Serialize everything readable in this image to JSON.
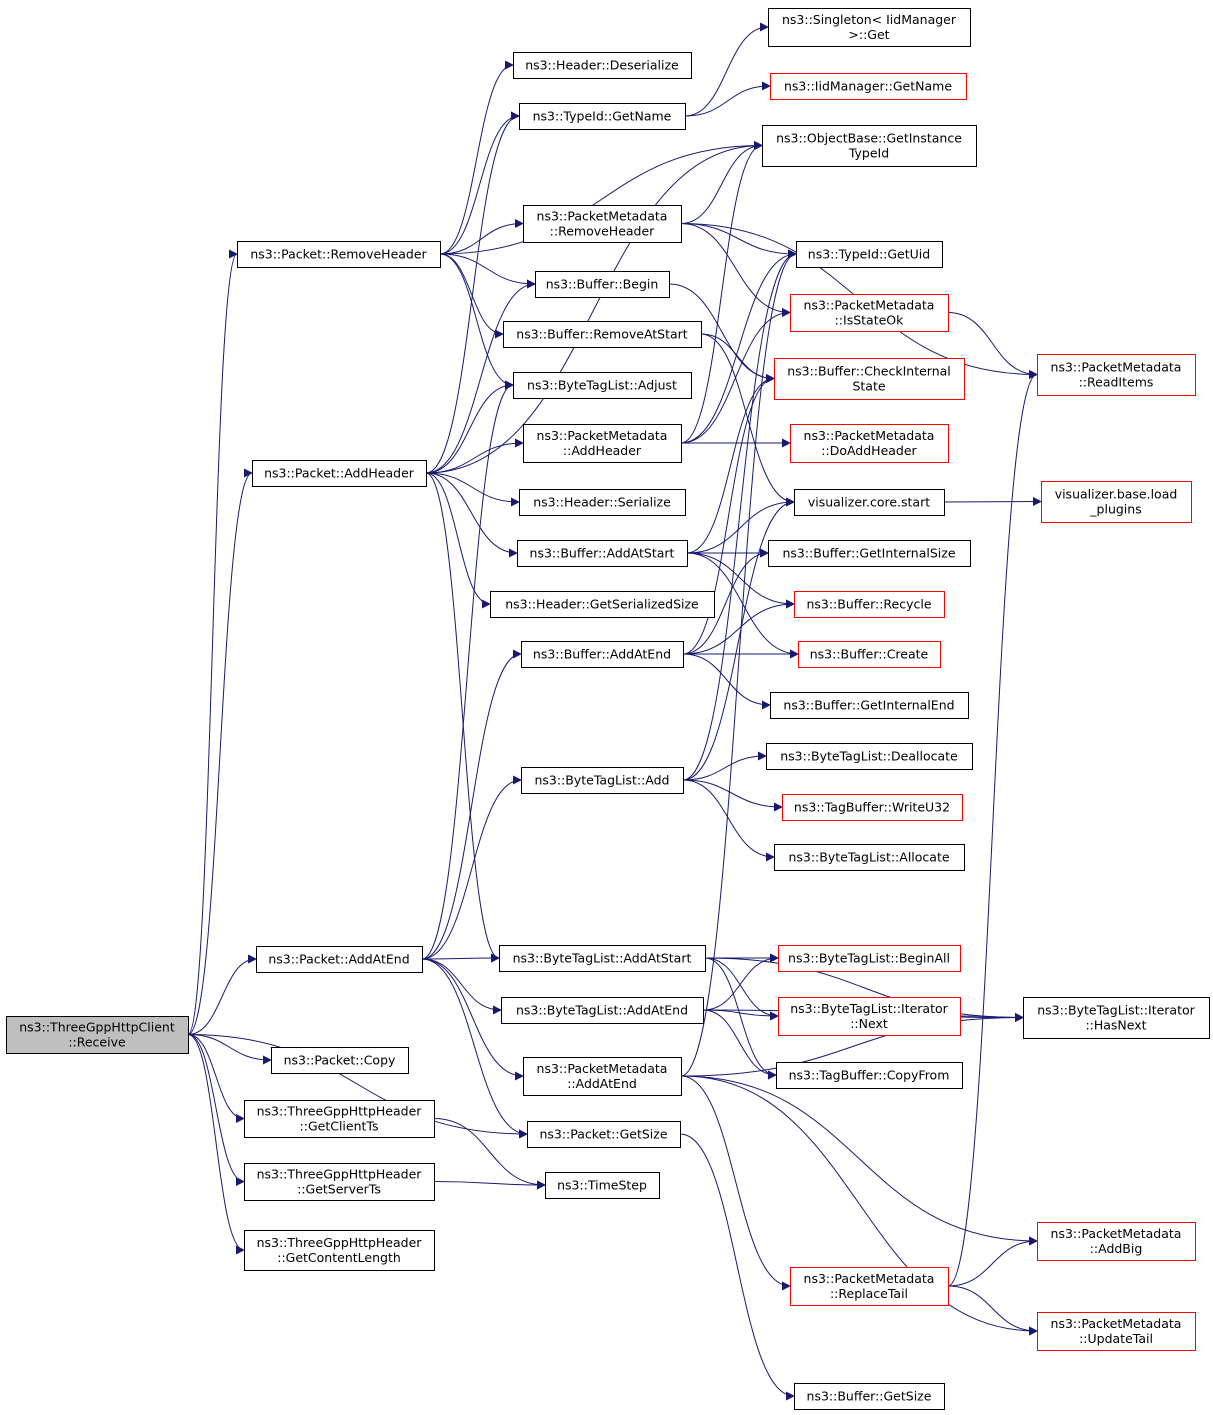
{
  "graph": {
    "arrow_color": "#191970",
    "nodes": [
      {
        "id": "receive",
        "lines": [
          "ns3::ThreeGppHttpClient",
          "::Receive"
        ],
        "border": "root"
      },
      {
        "id": "removeheader",
        "lines": [
          "ns3::Packet::RemoveHeader"
        ],
        "border": "black"
      },
      {
        "id": "addheader",
        "lines": [
          "ns3::Packet::AddHeader"
        ],
        "border": "black"
      },
      {
        "id": "addatend",
        "lines": [
          "ns3::Packet::AddAtEnd"
        ],
        "border": "black"
      },
      {
        "id": "copy",
        "lines": [
          "ns3::Packet::Copy"
        ],
        "border": "black"
      },
      {
        "id": "getclientts",
        "lines": [
          "ns3::ThreeGppHttpHeader",
          "::GetClientTs"
        ],
        "border": "black"
      },
      {
        "id": "getserverts",
        "lines": [
          "ns3::ThreeGppHttpHeader",
          "::GetServerTs"
        ],
        "border": "black"
      },
      {
        "id": "getcontentlength",
        "lines": [
          "ns3::ThreeGppHttpHeader",
          "::GetContentLength"
        ],
        "border": "black"
      },
      {
        "id": "hdr_deserialize",
        "lines": [
          "ns3::Header::Deserialize"
        ],
        "border": "black"
      },
      {
        "id": "typeid_getname",
        "lines": [
          "ns3::TypeId::GetName"
        ],
        "border": "black"
      },
      {
        "id": "pm_removeheader",
        "lines": [
          "ns3::PacketMetadata",
          "::RemoveHeader"
        ],
        "border": "black"
      },
      {
        "id": "buf_begin",
        "lines": [
          "ns3::Buffer::Begin"
        ],
        "border": "black"
      },
      {
        "id": "buf_removeatstart",
        "lines": [
          "ns3::Buffer::RemoveAtStart"
        ],
        "border": "black"
      },
      {
        "id": "btl_adjust",
        "lines": [
          "ns3::ByteTagList::Adjust"
        ],
        "border": "black"
      },
      {
        "id": "pm_addheader",
        "lines": [
          "ns3::PacketMetadata",
          "::AddHeader"
        ],
        "border": "black"
      },
      {
        "id": "hdr_serialize",
        "lines": [
          "ns3::Header::Serialize"
        ],
        "border": "black"
      },
      {
        "id": "buf_addatstart",
        "lines": [
          "ns3::Buffer::AddAtStart"
        ],
        "border": "black"
      },
      {
        "id": "hdr_getserializedsize",
        "lines": [
          "ns3::Header::GetSerializedSize"
        ],
        "border": "black"
      },
      {
        "id": "buf_addatend",
        "lines": [
          "ns3::Buffer::AddAtEnd"
        ],
        "border": "black"
      },
      {
        "id": "btl_add",
        "lines": [
          "ns3::ByteTagList::Add"
        ],
        "border": "black"
      },
      {
        "id": "btl_addatstart",
        "lines": [
          "ns3::ByteTagList::AddAtStart"
        ],
        "border": "black"
      },
      {
        "id": "btl_addatend",
        "lines": [
          "ns3::ByteTagList::AddAtEnd"
        ],
        "border": "black"
      },
      {
        "id": "pm_addatend",
        "lines": [
          "ns3::PacketMetadata",
          "::AddAtEnd"
        ],
        "border": "black"
      },
      {
        "id": "pkt_getsize",
        "lines": [
          "ns3::Packet::GetSize"
        ],
        "border": "black"
      },
      {
        "id": "timestep",
        "lines": [
          "ns3::TimeStep"
        ],
        "border": "black"
      },
      {
        "id": "singleton_get",
        "lines": [
          "ns3::Singleton< IidManager",
          ">::Get"
        ],
        "border": "black"
      },
      {
        "id": "iid_getname",
        "lines": [
          "ns3::IidManager::GetName"
        ],
        "border": "red"
      },
      {
        "id": "ob_getinstancetypeid",
        "lines": [
          "ns3::ObjectBase::GetInstance",
          "TypeId"
        ],
        "border": "black"
      },
      {
        "id": "typeid_getuid",
        "lines": [
          "ns3::TypeId::GetUid"
        ],
        "border": "black"
      },
      {
        "id": "pm_isstateok",
        "lines": [
          "ns3::PacketMetadata",
          "::IsStateOk"
        ],
        "border": "red"
      },
      {
        "id": "buf_checkinternalstate",
        "lines": [
          "ns3::Buffer::CheckInternal",
          "State"
        ],
        "border": "red"
      },
      {
        "id": "pm_doaddheader",
        "lines": [
          "ns3::PacketMetadata",
          "::DoAddHeader"
        ],
        "border": "red"
      },
      {
        "id": "vis_core_start",
        "lines": [
          "visualizer.core.start"
        ],
        "border": "black"
      },
      {
        "id": "buf_getinternalsize",
        "lines": [
          "ns3::Buffer::GetInternalSize"
        ],
        "border": "black"
      },
      {
        "id": "buf_recycle",
        "lines": [
          "ns3::Buffer::Recycle"
        ],
        "border": "red"
      },
      {
        "id": "buf_create",
        "lines": [
          "ns3::Buffer::Create"
        ],
        "border": "red"
      },
      {
        "id": "buf_getinternalend",
        "lines": [
          "ns3::Buffer::GetInternalEnd"
        ],
        "border": "black"
      },
      {
        "id": "btl_deallocate",
        "lines": [
          "ns3::ByteTagList::Deallocate"
        ],
        "border": "black"
      },
      {
        "id": "tagbuf_writeu32",
        "lines": [
          "ns3::TagBuffer::WriteU32"
        ],
        "border": "red"
      },
      {
        "id": "btl_allocate",
        "lines": [
          "ns3::ByteTagList::Allocate"
        ],
        "border": "black"
      },
      {
        "id": "btl_beginall",
        "lines": [
          "ns3::ByteTagList::BeginAll"
        ],
        "border": "red"
      },
      {
        "id": "btl_iter_next",
        "lines": [
          "ns3::ByteTagList::Iterator",
          "::Next"
        ],
        "border": "red"
      },
      {
        "id": "tagbuf_copyfrom",
        "lines": [
          "ns3::TagBuffer::CopyFrom"
        ],
        "border": "black"
      },
      {
        "id": "pm_replacetail",
        "lines": [
          "ns3::PacketMetadata",
          "::ReplaceTail"
        ],
        "border": "red"
      },
      {
        "id": "buf_getsize",
        "lines": [
          "ns3::Buffer::GetSize"
        ],
        "border": "black"
      },
      {
        "id": "pm_readitems",
        "lines": [
          "ns3::PacketMetadata",
          "::ReadItems"
        ],
        "border": "red"
      },
      {
        "id": "vis_base_loadplugins",
        "lines": [
          "visualizer.base.load",
          "_plugins"
        ],
        "border": "red"
      },
      {
        "id": "btl_iter_hasnext",
        "lines": [
          "ns3::ByteTagList::Iterator",
          "::HasNext"
        ],
        "border": "black"
      },
      {
        "id": "pm_addbig",
        "lines": [
          "ns3::PacketMetadata",
          "::AddBig"
        ],
        "border": "red"
      },
      {
        "id": "pm_updatetail",
        "lines": [
          "ns3::PacketMetadata",
          "::UpdateTail"
        ],
        "border": "red"
      }
    ],
    "edges": [
      [
        "receive",
        "removeheader"
      ],
      [
        "receive",
        "addheader"
      ],
      [
        "receive",
        "addatend"
      ],
      [
        "receive",
        "copy"
      ],
      [
        "receive",
        "getclientts"
      ],
      [
        "receive",
        "getserverts"
      ],
      [
        "receive",
        "getcontentlength"
      ],
      [
        "receive",
        "pkt_getsize"
      ],
      [
        "removeheader",
        "hdr_deserialize"
      ],
      [
        "removeheader",
        "typeid_getname"
      ],
      [
        "removeheader",
        "ob_getinstancetypeid"
      ],
      [
        "removeheader",
        "pm_removeheader"
      ],
      [
        "removeheader",
        "buf_begin"
      ],
      [
        "removeheader",
        "buf_removeatstart"
      ],
      [
        "removeheader",
        "btl_adjust"
      ],
      [
        "addheader",
        "typeid_getname"
      ],
      [
        "addheader",
        "ob_getinstancetypeid"
      ],
      [
        "addheader",
        "buf_begin"
      ],
      [
        "addheader",
        "btl_adjust"
      ],
      [
        "addheader",
        "pm_addheader"
      ],
      [
        "addheader",
        "hdr_serialize"
      ],
      [
        "addheader",
        "buf_addatstart"
      ],
      [
        "addheader",
        "hdr_getserializedsize"
      ],
      [
        "addheader",
        "btl_addatstart"
      ],
      [
        "addatend",
        "btl_adjust"
      ],
      [
        "addatend",
        "buf_addatend"
      ],
      [
        "addatend",
        "btl_add"
      ],
      [
        "addatend",
        "btl_addatstart"
      ],
      [
        "addatend",
        "btl_addatend"
      ],
      [
        "addatend",
        "pm_addatend"
      ],
      [
        "addatend",
        "pkt_getsize"
      ],
      [
        "getclientts",
        "timestep"
      ],
      [
        "getserverts",
        "timestep"
      ],
      [
        "typeid_getname",
        "singleton_get"
      ],
      [
        "typeid_getname",
        "iid_getname"
      ],
      [
        "pm_removeheader",
        "ob_getinstancetypeid"
      ],
      [
        "pm_removeheader",
        "typeid_getuid"
      ],
      [
        "pm_removeheader",
        "pm_isstateok"
      ],
      [
        "pm_removeheader",
        "pm_readitems"
      ],
      [
        "buf_begin",
        "buf_checkinternalstate"
      ],
      [
        "buf_removeatstart",
        "buf_checkinternalstate"
      ],
      [
        "buf_removeatstart",
        "vis_core_start"
      ],
      [
        "pm_addheader",
        "ob_getinstancetypeid"
      ],
      [
        "pm_addheader",
        "typeid_getuid"
      ],
      [
        "pm_addheader",
        "pm_isstateok"
      ],
      [
        "pm_addheader",
        "pm_doaddheader"
      ],
      [
        "buf_addatstart",
        "buf_checkinternalstate"
      ],
      [
        "buf_addatstart",
        "vis_core_start"
      ],
      [
        "buf_addatstart",
        "buf_getinternalsize"
      ],
      [
        "buf_addatstart",
        "buf_recycle"
      ],
      [
        "buf_addatstart",
        "buf_create"
      ],
      [
        "buf_addatend",
        "buf_checkinternalstate"
      ],
      [
        "buf_addatend",
        "buf_getinternalsize"
      ],
      [
        "buf_addatend",
        "buf_recycle"
      ],
      [
        "buf_addatend",
        "buf_create"
      ],
      [
        "buf_addatend",
        "buf_getinternalend"
      ],
      [
        "btl_add",
        "typeid_getuid"
      ],
      [
        "btl_add",
        "vis_core_start"
      ],
      [
        "btl_add",
        "btl_deallocate"
      ],
      [
        "btl_add",
        "tagbuf_writeu32"
      ],
      [
        "btl_add",
        "btl_allocate"
      ],
      [
        "btl_addatstart",
        "btl_beginall"
      ],
      [
        "btl_addatstart",
        "btl_iter_next"
      ],
      [
        "btl_addatstart",
        "btl_iter_hasnext"
      ],
      [
        "btl_addatstart",
        "tagbuf_copyfrom"
      ],
      [
        "btl_addatend",
        "btl_beginall"
      ],
      [
        "btl_addatend",
        "btl_iter_next"
      ],
      [
        "btl_addatend",
        "btl_iter_hasnext"
      ],
      [
        "btl_addatend",
        "tagbuf_copyfrom"
      ],
      [
        "pm_addatend",
        "typeid_getuid"
      ],
      [
        "pm_addatend",
        "pm_addbig"
      ],
      [
        "pm_addatend",
        "pm_replacetail"
      ],
      [
        "pm_addatend",
        "pm_updatetail"
      ],
      [
        "pm_addatend",
        "btl_iter_hasnext"
      ],
      [
        "pkt_getsize",
        "buf_getsize"
      ],
      [
        "pm_isstateok",
        "pm_readitems"
      ],
      [
        "vis_core_start",
        "vis_base_loadplugins"
      ],
      [
        "btl_iter_next",
        "btl_iter_hasnext"
      ],
      [
        "pm_replacetail",
        "pm_readitems"
      ],
      [
        "pm_replacetail",
        "pm_addbig"
      ],
      [
        "pm_replacetail",
        "pm_updatetail"
      ]
    ]
  }
}
